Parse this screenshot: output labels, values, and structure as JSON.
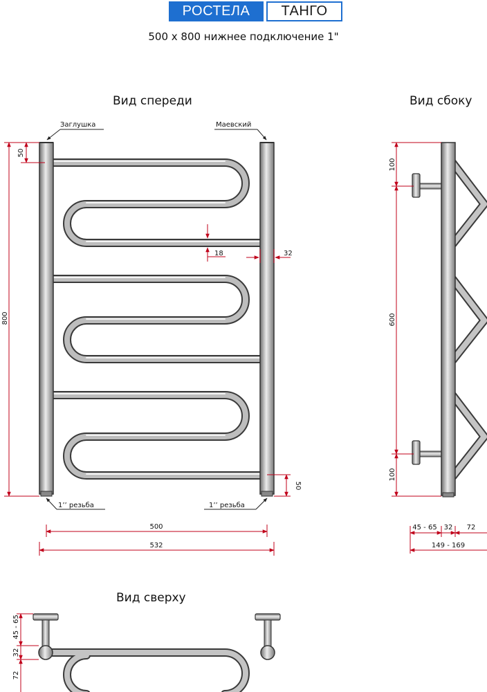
{
  "header": {
    "brand": "РОСТЕЛА",
    "model": "ТАНГО",
    "subtitle": "500 x 800 нижнее подключение 1\""
  },
  "views": {
    "front": "Вид спереди",
    "side": "Вид сбоку",
    "top": "Вид сверху"
  },
  "labels": {
    "plug": "Заглушка",
    "mayevsky": "Маевский",
    "thread_left": "1’’ резьба",
    "thread_right": "1’’ резьба"
  },
  "dimensions": {
    "front": {
      "top_offset": "50",
      "height": "800",
      "pipe_dia": "18",
      "riser_dia": "32",
      "bottom_offset": "50",
      "center_width": "500",
      "total_width": "532"
    },
    "side": {
      "top": "100",
      "middle": "600",
      "bottom": "100",
      "wall_gap": "45 - 65",
      "riser": "32",
      "depth": "72",
      "total": "149 - 169"
    },
    "top": {
      "wall_gap": "45 - 65",
      "riser": "32",
      "depth": "72"
    }
  },
  "colors": {
    "dimension": "#c0001a",
    "brand": "#1e6fd0",
    "pipe_dark": "#333333",
    "pipe_light": "#eeeeee"
  }
}
